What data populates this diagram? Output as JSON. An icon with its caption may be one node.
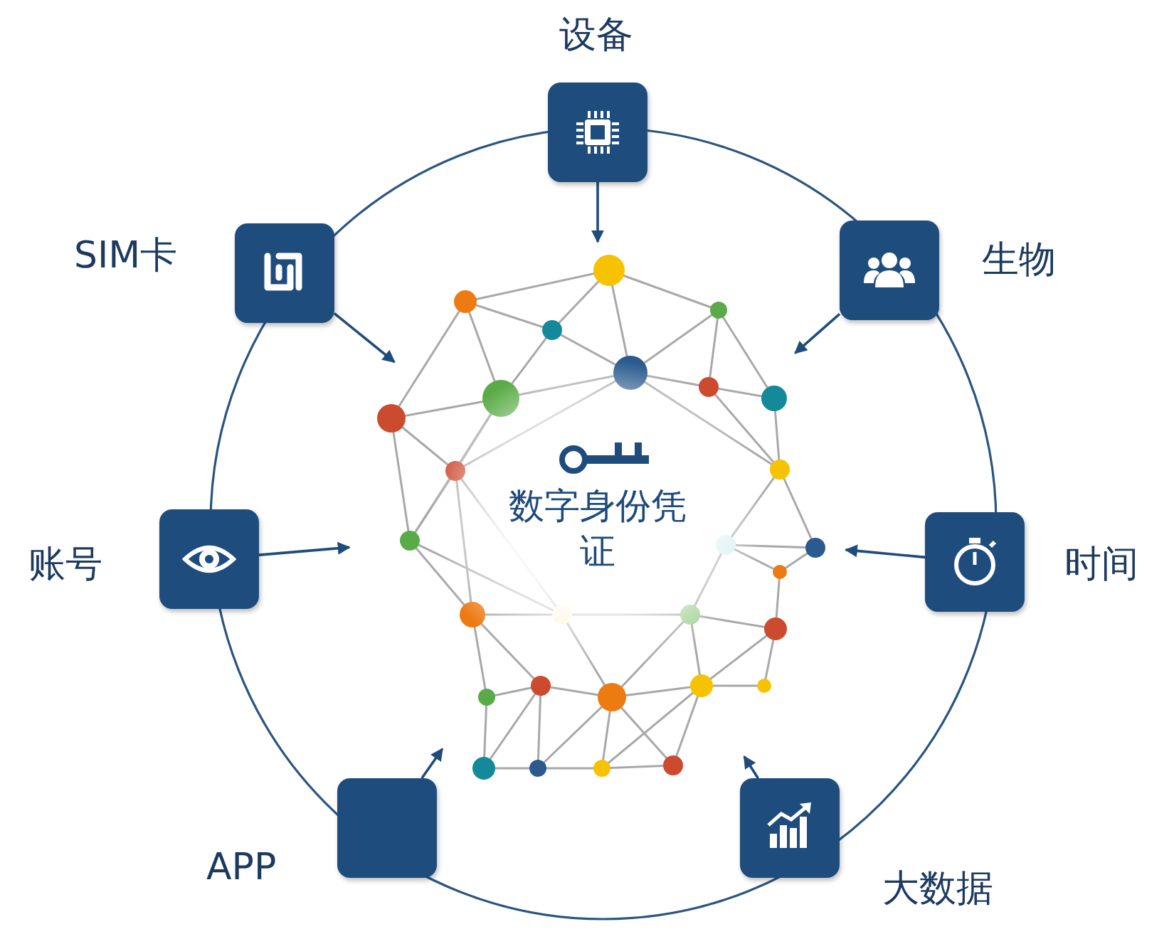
{
  "diagram": {
    "nodes": [
      {
        "text": [
          "设备"
        ]
      },
      {
        "text": [
          "SIM卡"
        ]
      },
      {
        "text": [
          "生物"
        ]
      },
      {
        "text": [
          "账号"
        ]
      },
      {
        "text": [
          "时间"
        ]
      },
      {
        "text": [
          "APP"
        ]
      },
      {
        "text": [
          "大数据"
        ]
      },
      {
        "text": [
          "数字身份凭证"
        ]
      }
    ],
    "edges": [
      {
        "from": 0,
        "to": 7,
        "arrow": "to"
      },
      {
        "from": 1,
        "to": 7,
        "arrow": "to"
      },
      {
        "from": 2,
        "to": 7,
        "arrow": "to"
      },
      {
        "from": 3,
        "to": 7,
        "arrow": "to"
      },
      {
        "from": 4,
        "to": 7,
        "arrow": "to"
      },
      {
        "from": 5,
        "to": 7,
        "arrow": "to"
      },
      {
        "from": 6,
        "to": 7,
        "arrow": "to"
      }
    ]
  }
}
